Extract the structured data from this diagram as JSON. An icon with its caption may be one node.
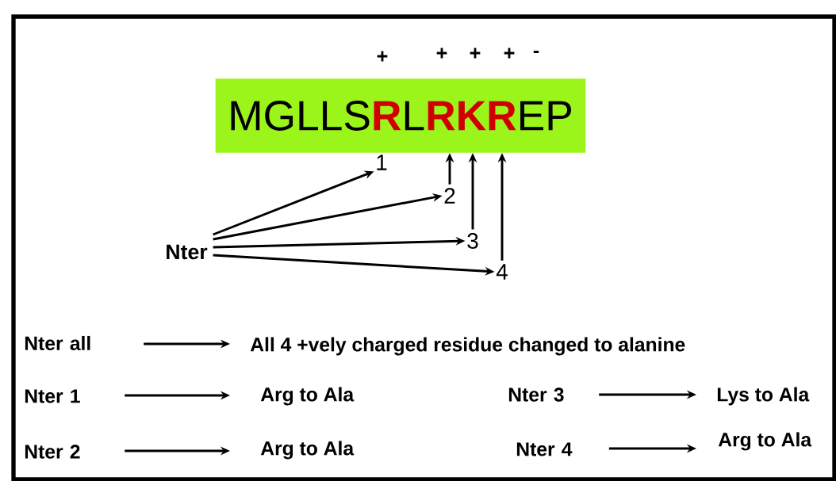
{
  "diagram": {
    "nodes": [
      {
        "text": [
          "MGLLS**R**L**RKR**EP"
        ],
        "beside": [
          "+",
          "+",
          "+",
          "+",
          "-"
        ]
      },
      {
        "text": [
          "1"
        ]
      },
      {
        "text": [
          "2"
        ]
      },
      {
        "text": [
          "3"
        ]
      },
      {
        "text": [
          "4"
        ]
      },
      {
        "text": [
          "Nter"
        ]
      },
      {
        "text": [
          "Nter all"
        ]
      },
      {
        "text": [
          "All 4 +vely charged residue changed to alanine"
        ]
      },
      {
        "text": [
          "Nter 1"
        ]
      },
      {
        "text": [
          "Arg to Ala"
        ]
      },
      {
        "text": [
          "Nter 3"
        ]
      },
      {
        "text": [
          "Lys to Ala"
        ]
      },
      {
        "text": [
          "Nter 2"
        ]
      },
      {
        "text": [
          "Arg to Ala"
        ]
      },
      {
        "text": [
          "Nter 4"
        ]
      },
      {
        "text": [
          "Arg to Ala"
        ]
      }
    ],
    "edges": [
      {
        "from": 5,
        "to": 1,
        "arrow": "to"
      },
      {
        "from": 5,
        "to": 2,
        "arrow": "to"
      },
      {
        "from": 5,
        "to": 3,
        "arrow": "to"
      },
      {
        "from": 5,
        "to": 4,
        "arrow": "to"
      },
      {
        "from": 2,
        "to": 0,
        "arrow": "to"
      },
      {
        "from": 3,
        "to": 0,
        "arrow": "to"
      },
      {
        "from": 4,
        "to": 0,
        "arrow": "to"
      },
      {
        "from": 6,
        "to": 7,
        "arrow": "to"
      },
      {
        "from": 8,
        "to": 9,
        "arrow": "to"
      },
      {
        "from": 10,
        "to": 11,
        "arrow": "to"
      },
      {
        "from": 12,
        "to": 13,
        "arrow": "to"
      },
      {
        "from": 14,
        "to": 15,
        "arrow": "to"
      }
    ]
  }
}
